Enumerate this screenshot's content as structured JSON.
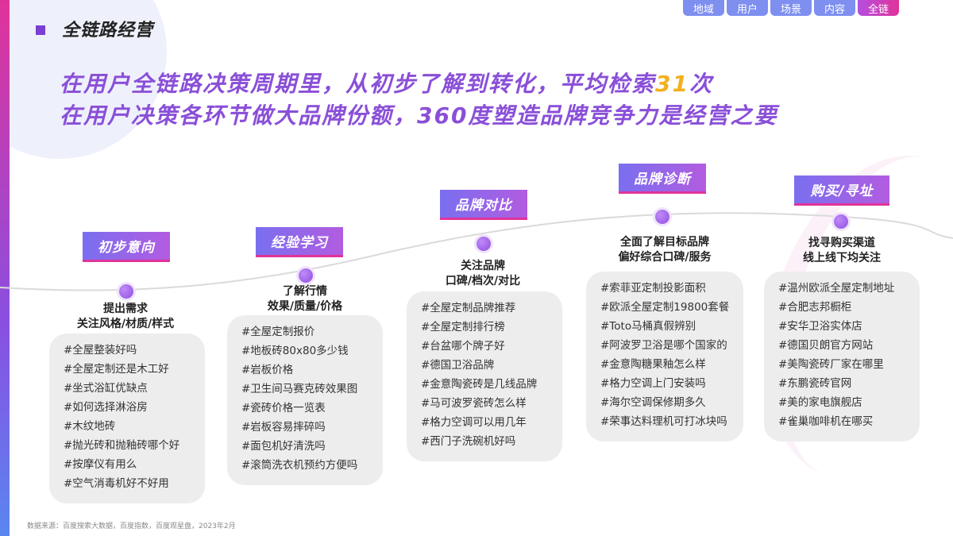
{
  "header": {
    "title": "全链路经营"
  },
  "tabs": [
    {
      "label": "地域"
    },
    {
      "label": "用户"
    },
    {
      "label": "场景"
    },
    {
      "label": "内容"
    },
    {
      "label": "全链"
    }
  ],
  "headline": {
    "line1_prefix": "在用户全链路决策周期里，从初步了解到转化，平均检索",
    "line1_number": "31",
    "line1_suffix": "次",
    "line2": "在用户决策各环节做大品牌份额，360度塑造品牌竞争力是经营之要"
  },
  "stages": [
    {
      "label": "初步意向",
      "desc": [
        "提出需求",
        "关注风格/材质/样式"
      ],
      "keywords": [
        "#全屋整装好吗",
        "#全屋定制还是木工好",
        "#坐式浴缸优缺点",
        "#如何选择淋浴房",
        "#木纹地砖",
        "#抛光砖和抛釉砖哪个好",
        "#按摩仪有用么",
        "#空气消毒机好不好用"
      ]
    },
    {
      "label": "经验学习",
      "desc": [
        "了解行情",
        "效果/质量/价格"
      ],
      "keywords": [
        "#全屋定制报价",
        "#地板砖80x80多少钱",
        "#岩板价格",
        "#卫生间马赛克砖效果图",
        "#瓷砖价格一览表",
        "#岩板容易摔碎吗",
        "#面包机好清洗吗",
        "#滚筒洗衣机预约方便吗"
      ]
    },
    {
      "label": "品牌对比",
      "desc": [
        "关注品牌",
        "口碑/档次/对比"
      ],
      "keywords": [
        "#全屋定制品牌推荐",
        "#全屋定制排行榜",
        "#台盆哪个牌子好",
        "#德国卫浴品牌",
        "#金意陶瓷砖是几线品牌",
        "#马可波罗瓷砖怎么样",
        "#格力空调可以用几年",
        "#西门子洗碗机好吗"
      ]
    },
    {
      "label": "品牌诊断",
      "desc": [
        "全面了解目标品牌",
        "偏好综合口碑/服务"
      ],
      "keywords": [
        "#索菲亚定制投影面积",
        "#欧派全屋定制19800套餐",
        "#Toto马桶真假辨别",
        "#阿波罗卫浴是哪个国家的",
        "#金意陶糖果釉怎么样",
        "#格力空调上门安装吗",
        "#海尔空调保修期多久",
        "#荣事达料理机可打冰块吗"
      ]
    },
    {
      "label": "购买/寻址",
      "desc": [
        "找寻购买渠道",
        "线上线下均关注"
      ],
      "keywords": [
        "#温州欧派全屋定制地址",
        "#合肥志邦橱柜",
        "#安华卫浴实体店",
        "#德国贝朗官方网站",
        "#美陶瓷砖厂家在哪里",
        "#东鹏瓷砖官网",
        "#美的家电旗舰店",
        "#雀巢咖啡机在哪买"
      ]
    }
  ],
  "footnote": "数据来源：百度搜索大数据，百度指数，百度观星盘，2023年2月"
}
